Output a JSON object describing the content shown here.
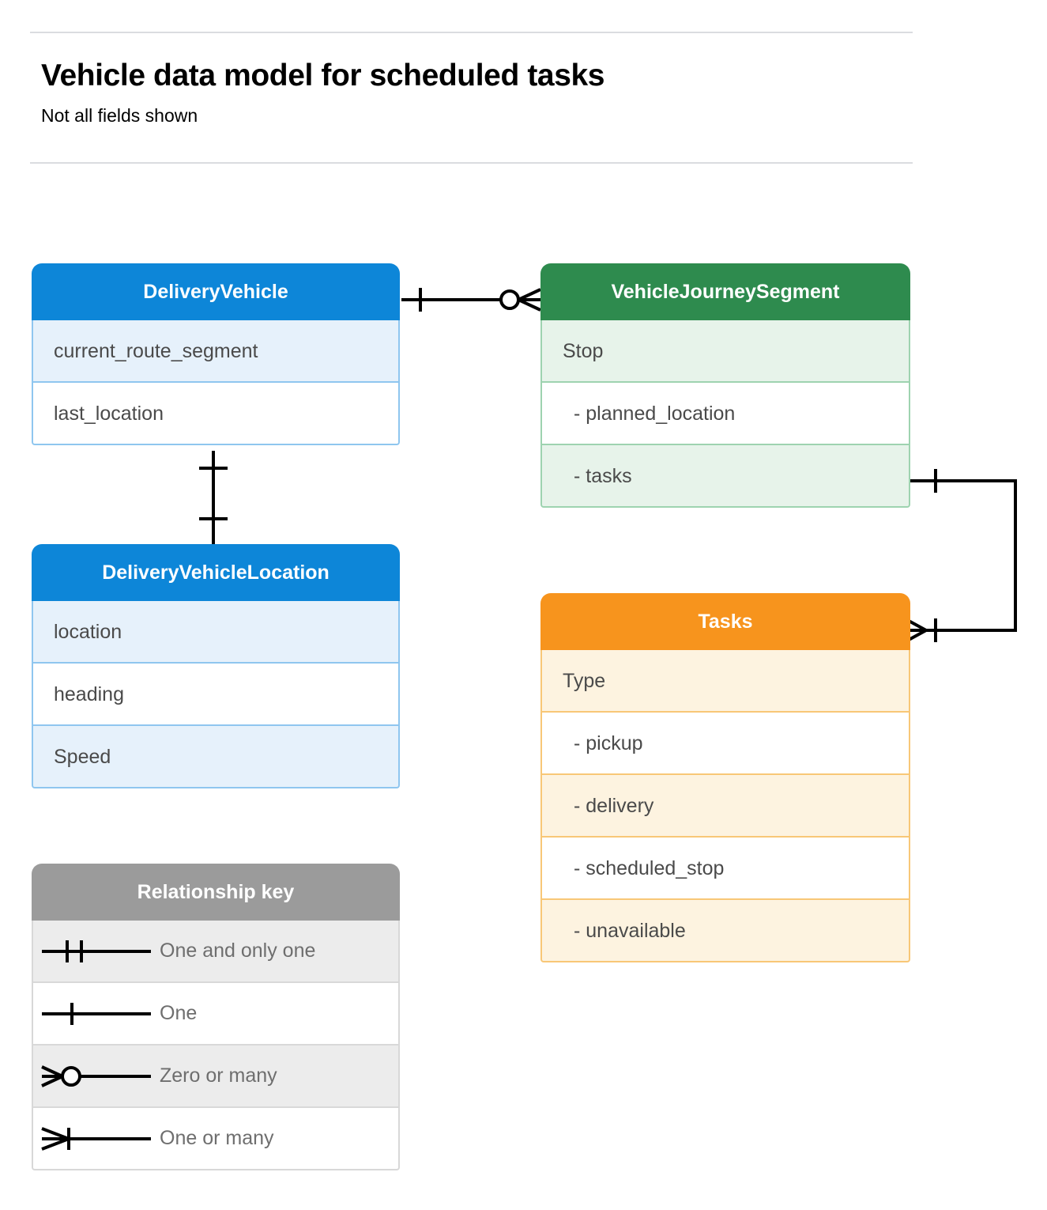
{
  "header": {
    "title": "Vehicle data model for scheduled tasks",
    "subtitle": "Not all fields shown"
  },
  "entities": [
    {
      "id": "delivery-vehicle",
      "name": "DeliveryVehicle",
      "color": "#0d86d8",
      "fields": [
        "current_route_segment",
        "last_location"
      ]
    },
    {
      "id": "delivery-vehicle-location",
      "name": "DeliveryVehicleLocation",
      "color": "#0d86d8",
      "fields": [
        "location",
        "heading",
        "Speed"
      ]
    },
    {
      "id": "vehicle-journey-segment",
      "name": "VehicleJourneySegment",
      "color": "#2e8b4e",
      "fields": [
        "Stop",
        "-  planned_location",
        "- tasks"
      ]
    },
    {
      "id": "tasks",
      "name": "Tasks",
      "color": "#f7941d",
      "fields": [
        "Type",
        "-  pickup",
        "-  delivery",
        "-  scheduled_stop",
        "-  unavailable"
      ]
    }
  ],
  "legend": {
    "title": "Relationship key",
    "items": [
      {
        "symbol": "one-and-only-one",
        "label": "One and only one"
      },
      {
        "symbol": "one",
        "label": "One"
      },
      {
        "symbol": "zero-or-many",
        "label": "Zero or many"
      },
      {
        "symbol": "one-or-many",
        "label": "One or many"
      }
    ]
  },
  "relationships": [
    {
      "id": "vehicle-to-journey-segment",
      "from": "DeliveryVehicle",
      "to": "VehicleJourneySegment",
      "from_cardinality": "One",
      "to_cardinality": "Zero or many"
    },
    {
      "id": "vehicle-to-vehicle-location",
      "from": "DeliveryVehicle",
      "to": "DeliveryVehicleLocation",
      "from_cardinality": "One",
      "to_cardinality": "One"
    },
    {
      "id": "journey-segment-tasks-to-tasks",
      "from": "VehicleJourneySegment.tasks",
      "to": "Tasks",
      "from_cardinality": "One",
      "to_cardinality": "One or many"
    }
  ],
  "colors": {
    "blue": "#0d86d8",
    "green": "#2e8b4e",
    "orange": "#f7941d",
    "gray": "#9b9b9b",
    "line": "#000000",
    "rule": "#dadce0"
  }
}
